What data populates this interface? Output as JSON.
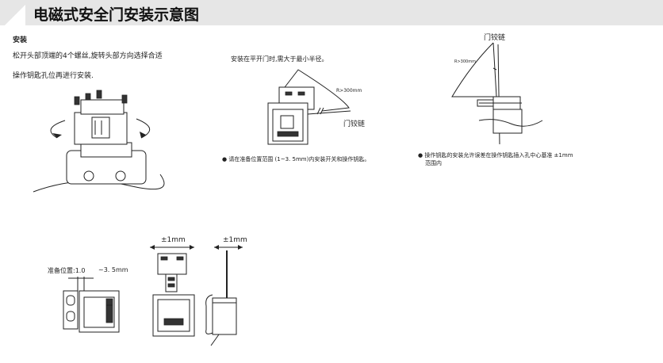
{
  "header": {
    "title": "电磁式安全门安装示意图"
  },
  "install": {
    "heading": "安装",
    "line1": "松开头部顶端的4个螺丝,旋转头部方向选择合适",
    "line2": "操作钥匙孔位再进行安装."
  },
  "middle": {
    "caption": "安装在平开门时,需大于最小半径。",
    "radius": "R>300mm",
    "hinge": "门铰链",
    "note": "● 请在准备位置范围 (1~3. 5mm)内安装开关和操作钥匙。"
  },
  "right": {
    "hinge": "门铰链",
    "radius": "R>300mm",
    "note_line1": "● 操作钥匙的安装允许误差在操作钥匙插入孔中心基准 ±1mm",
    "note_line2": "范围内"
  },
  "bottom": {
    "prep_label": "准备位置:1.0",
    "prep_range": "~3. 5mm",
    "tol1": "±1mm",
    "tol2": "±1mm"
  }
}
